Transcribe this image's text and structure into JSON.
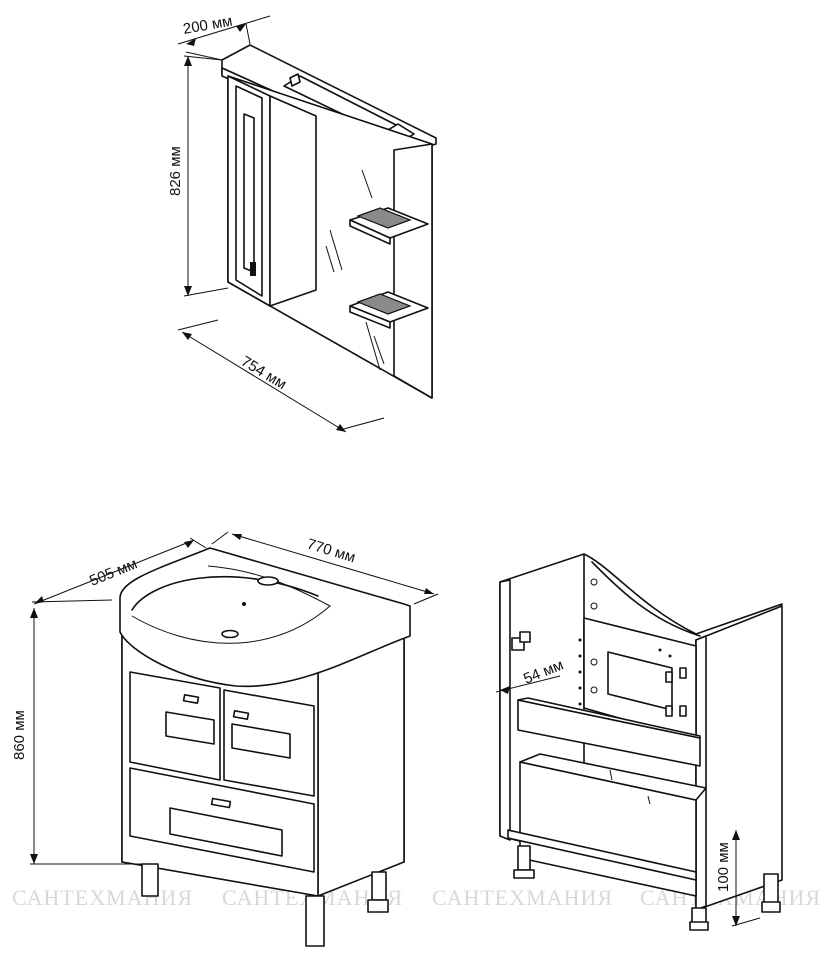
{
  "mirror_cabinet": {
    "depth_label": "200 мм",
    "height_label": "826 мм",
    "width_label": "754 мм"
  },
  "vanity_front": {
    "depth_label": "505 мм",
    "width_label": "770 мм",
    "height_label": "860 мм"
  },
  "vanity_back": {
    "inset_label": "54 мм",
    "leg_height_label": "100 мм"
  },
  "watermarks": [
    "САНТЕХМАНИЯ",
    "САНТЕХМАНИЯ",
    "САНТЕХМАНИЯ",
    "САНТЕХМАНИЯ"
  ]
}
